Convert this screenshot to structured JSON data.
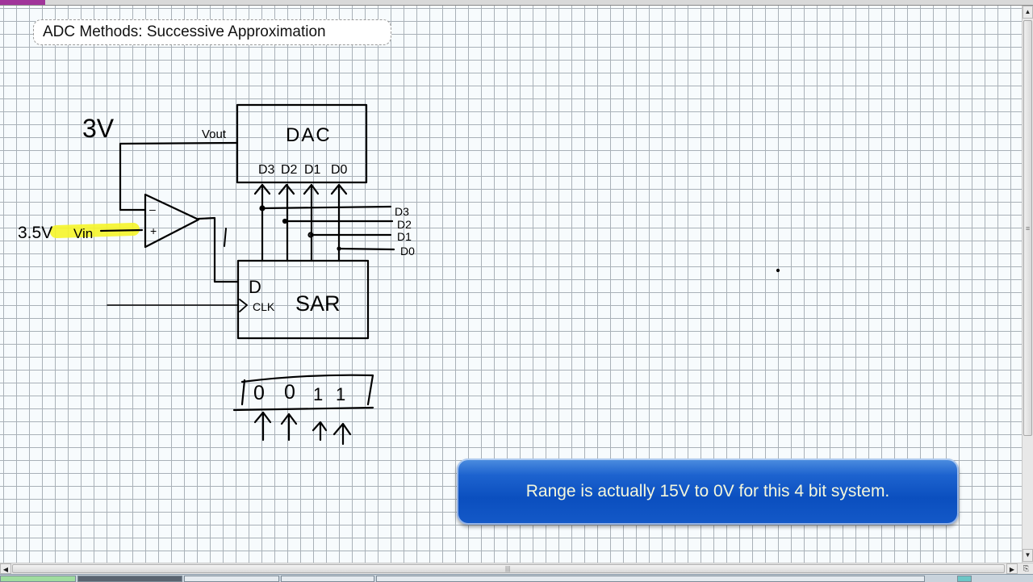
{
  "window": {
    "accent_color": "#a1359a"
  },
  "page": {
    "title": "ADC Methods: Successive Approximation"
  },
  "diagram": {
    "labels": {
      "dac_voltage": "3V",
      "vout": "Vout",
      "dac_block": "DAC",
      "dac_inputs": [
        "D3",
        "D2",
        "D1",
        "D0"
      ],
      "vin_voltage": "3.5V",
      "vin": "Vin",
      "comparator_minus": "–",
      "comparator_plus": "+",
      "comparator_output": "1",
      "sar_d": "D",
      "sar_clk": "CLK",
      "sar_block": "SAR",
      "outputs": [
        "D3",
        "D2",
        "D1",
        "D0"
      ]
    },
    "register": {
      "bits": [
        "0",
        "0",
        "1",
        "1"
      ]
    },
    "highlight_color": "#f5f52a"
  },
  "callout": {
    "text": "Range is actually 15V to 0V for this 4 bit system.",
    "color": "#1459c8"
  },
  "scrollbars": {
    "up_icon": "▲",
    "down_icon": "▼",
    "left_icon": "◀",
    "right_icon": "▶",
    "grip": "≡",
    "hgrip": "|||",
    "page_icon": "⎘"
  }
}
